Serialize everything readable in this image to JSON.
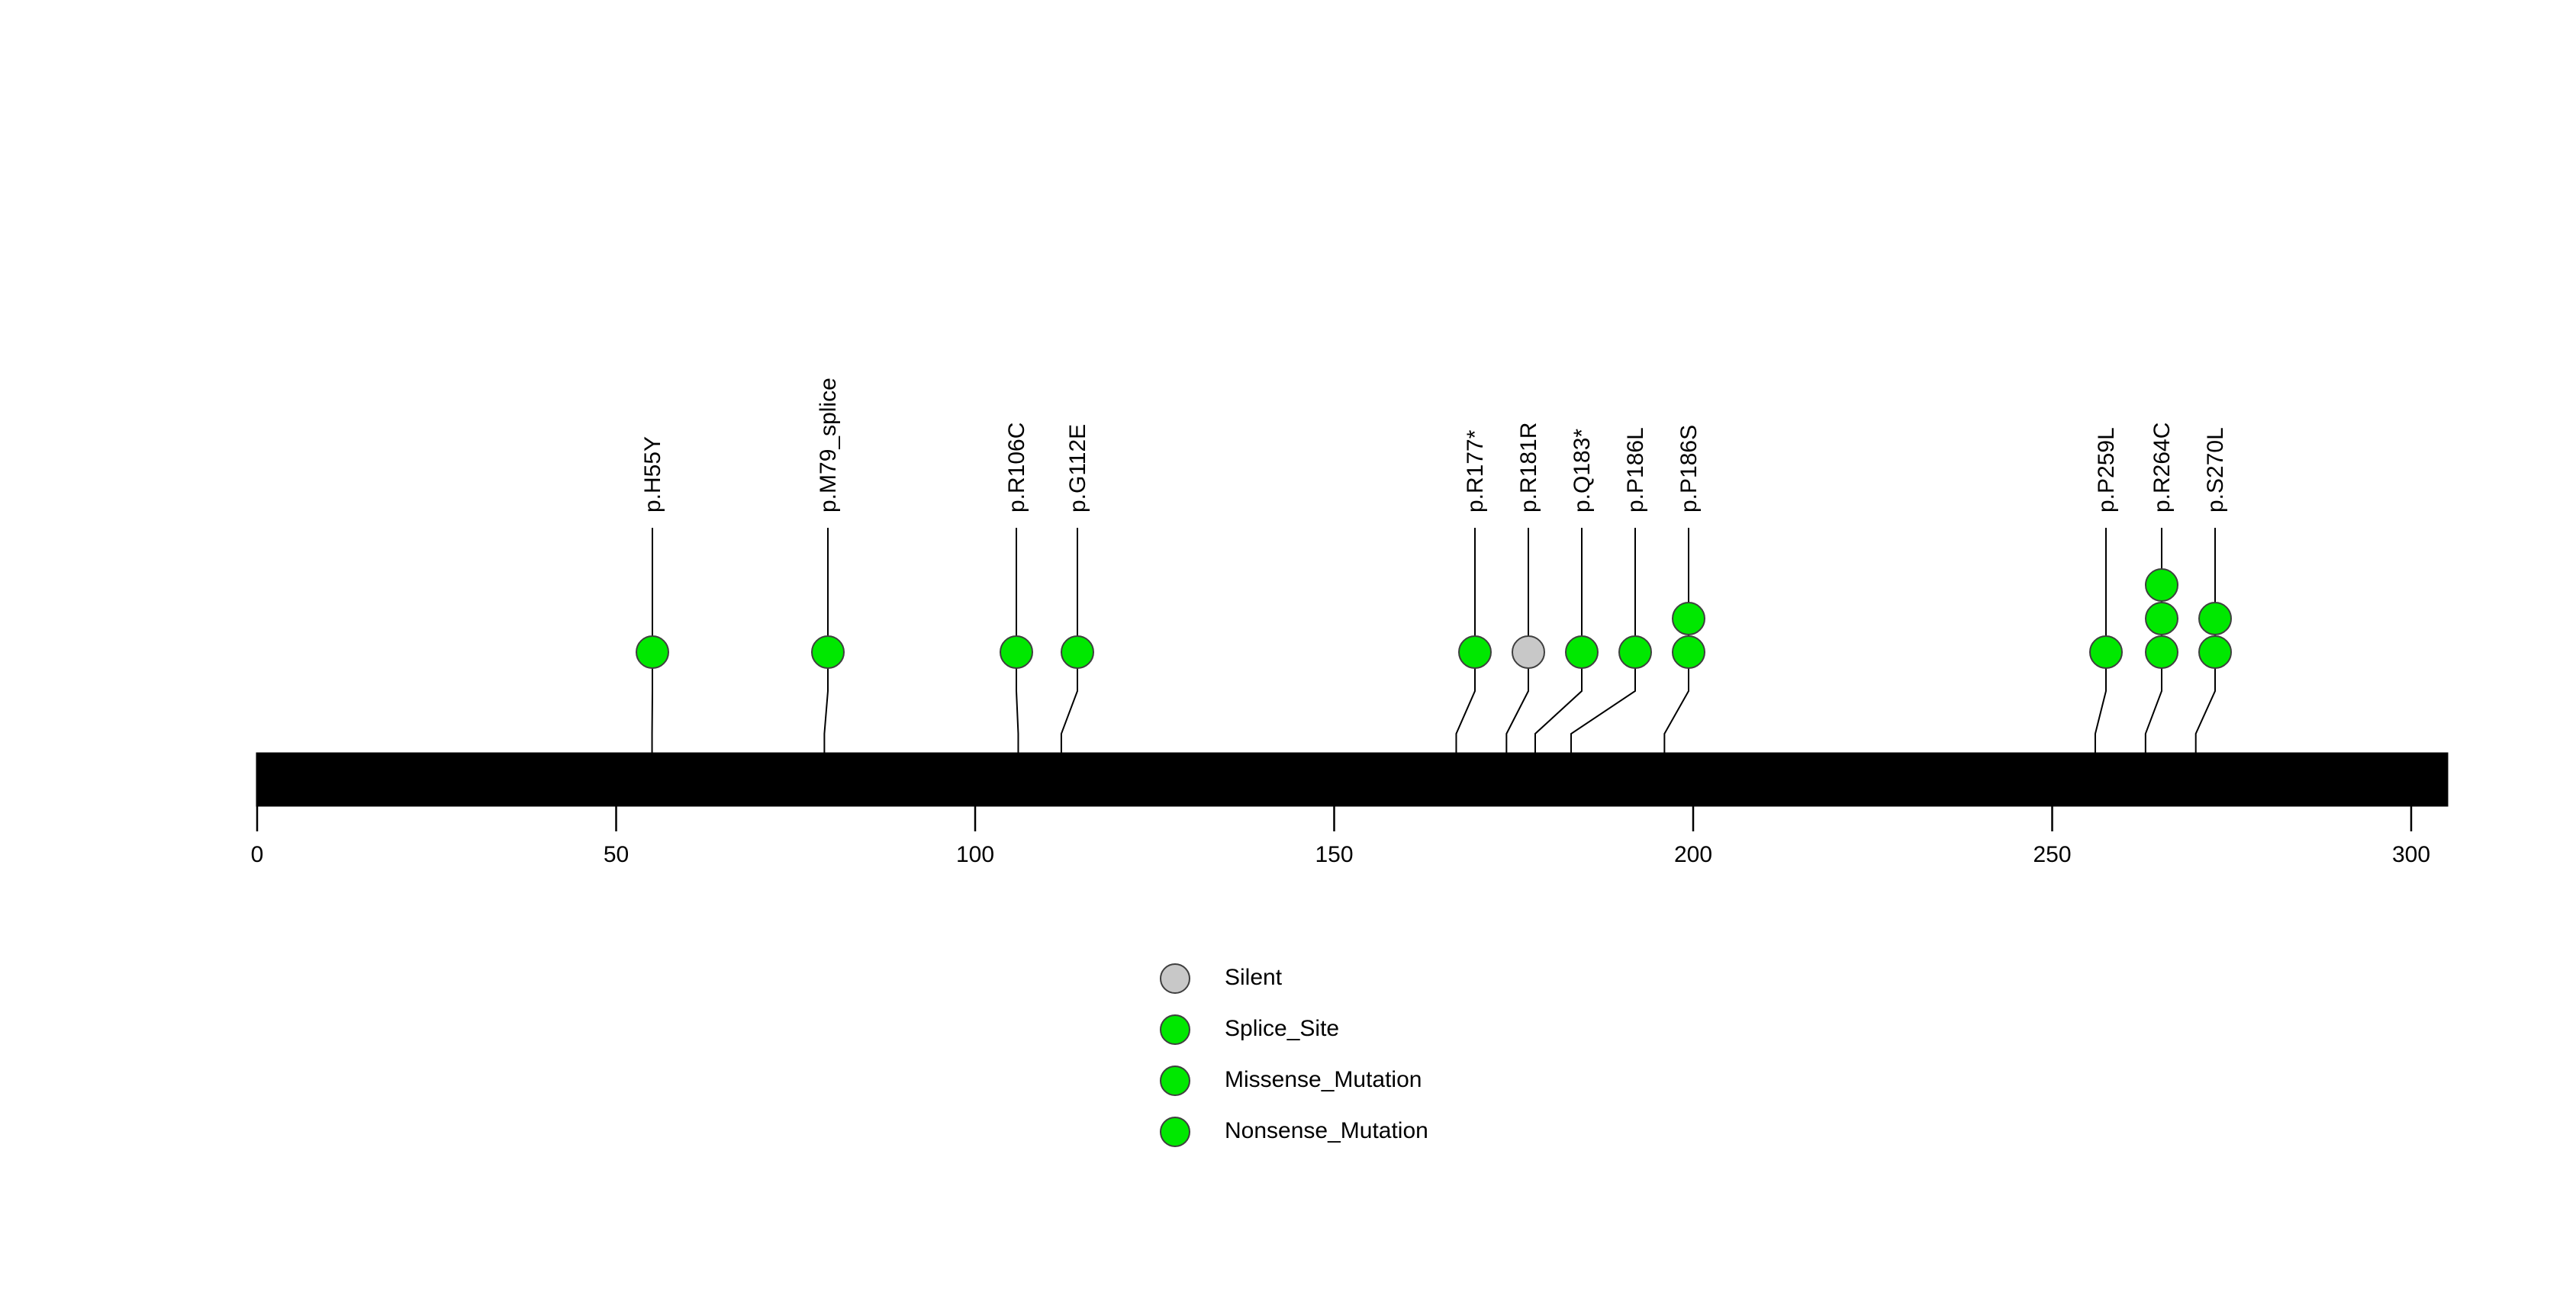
{
  "chart_data": {
    "type": "lollipop",
    "title": "",
    "xlabel": "",
    "ylabel": "",
    "xlim": [
      0,
      305
    ],
    "axis_ticks": [
      0,
      50,
      100,
      150,
      200,
      250,
      300
    ],
    "protein_length": 305,
    "protein_bar_color": "#ADD9DE",
    "grid": false,
    "legend_position": "bottom-center",
    "mutations": [
      {
        "label": "p.H55Y",
        "position": 55,
        "count": 1,
        "class": "Missense_Mutation",
        "color": "#00E800"
      },
      {
        "label": "p.M79_splice",
        "position": 79,
        "count": 1,
        "class": "Splice_Site",
        "color": "#00E800"
      },
      {
        "label": "p.R106C",
        "position": 106,
        "count": 1,
        "class": "Missense_Mutation",
        "color": "#00E800"
      },
      {
        "label": "p.G112E",
        "position": 112,
        "count": 1,
        "class": "Missense_Mutation",
        "color": "#00E800"
      },
      {
        "label": "p.R177*",
        "position": 167,
        "count": 1,
        "class": "Nonsense_Mutation",
        "color": "#00E800"
      },
      {
        "label": "p.R181R",
        "position": 174,
        "count": 1,
        "class": "Silent",
        "color": "#C8C8C8"
      },
      {
        "label": "p.Q183*",
        "position": 178,
        "count": 1,
        "class": "Nonsense_Mutation",
        "color": "#00E800"
      },
      {
        "label": "p.P186L",
        "position": 183,
        "count": 1,
        "class": "Missense_Mutation",
        "color": "#00E800"
      },
      {
        "label": "p.P186S",
        "position": 196,
        "count": 2,
        "class": "Missense_Mutation",
        "color": "#00E800"
      },
      {
        "label": "p.P259L",
        "position": 256,
        "count": 1,
        "class": "Missense_Mutation",
        "color": "#00E800"
      },
      {
        "label": "p.R264C",
        "position": 263,
        "count": 3,
        "class": "Missense_Mutation",
        "color": "#00E800"
      },
      {
        "label": "p.S270L",
        "position": 270,
        "count": 2,
        "class": "Missense_Mutation",
        "color": "#00E800"
      }
    ],
    "legend": [
      {
        "label": "Silent",
        "color": "#C8C8C8"
      },
      {
        "label": "Splice_Site",
        "color": "#00E800"
      },
      {
        "label": "Missense_Mutation",
        "color": "#00E800"
      },
      {
        "label": "Nonsense_Mutation",
        "color": "#00E800"
      }
    ]
  }
}
